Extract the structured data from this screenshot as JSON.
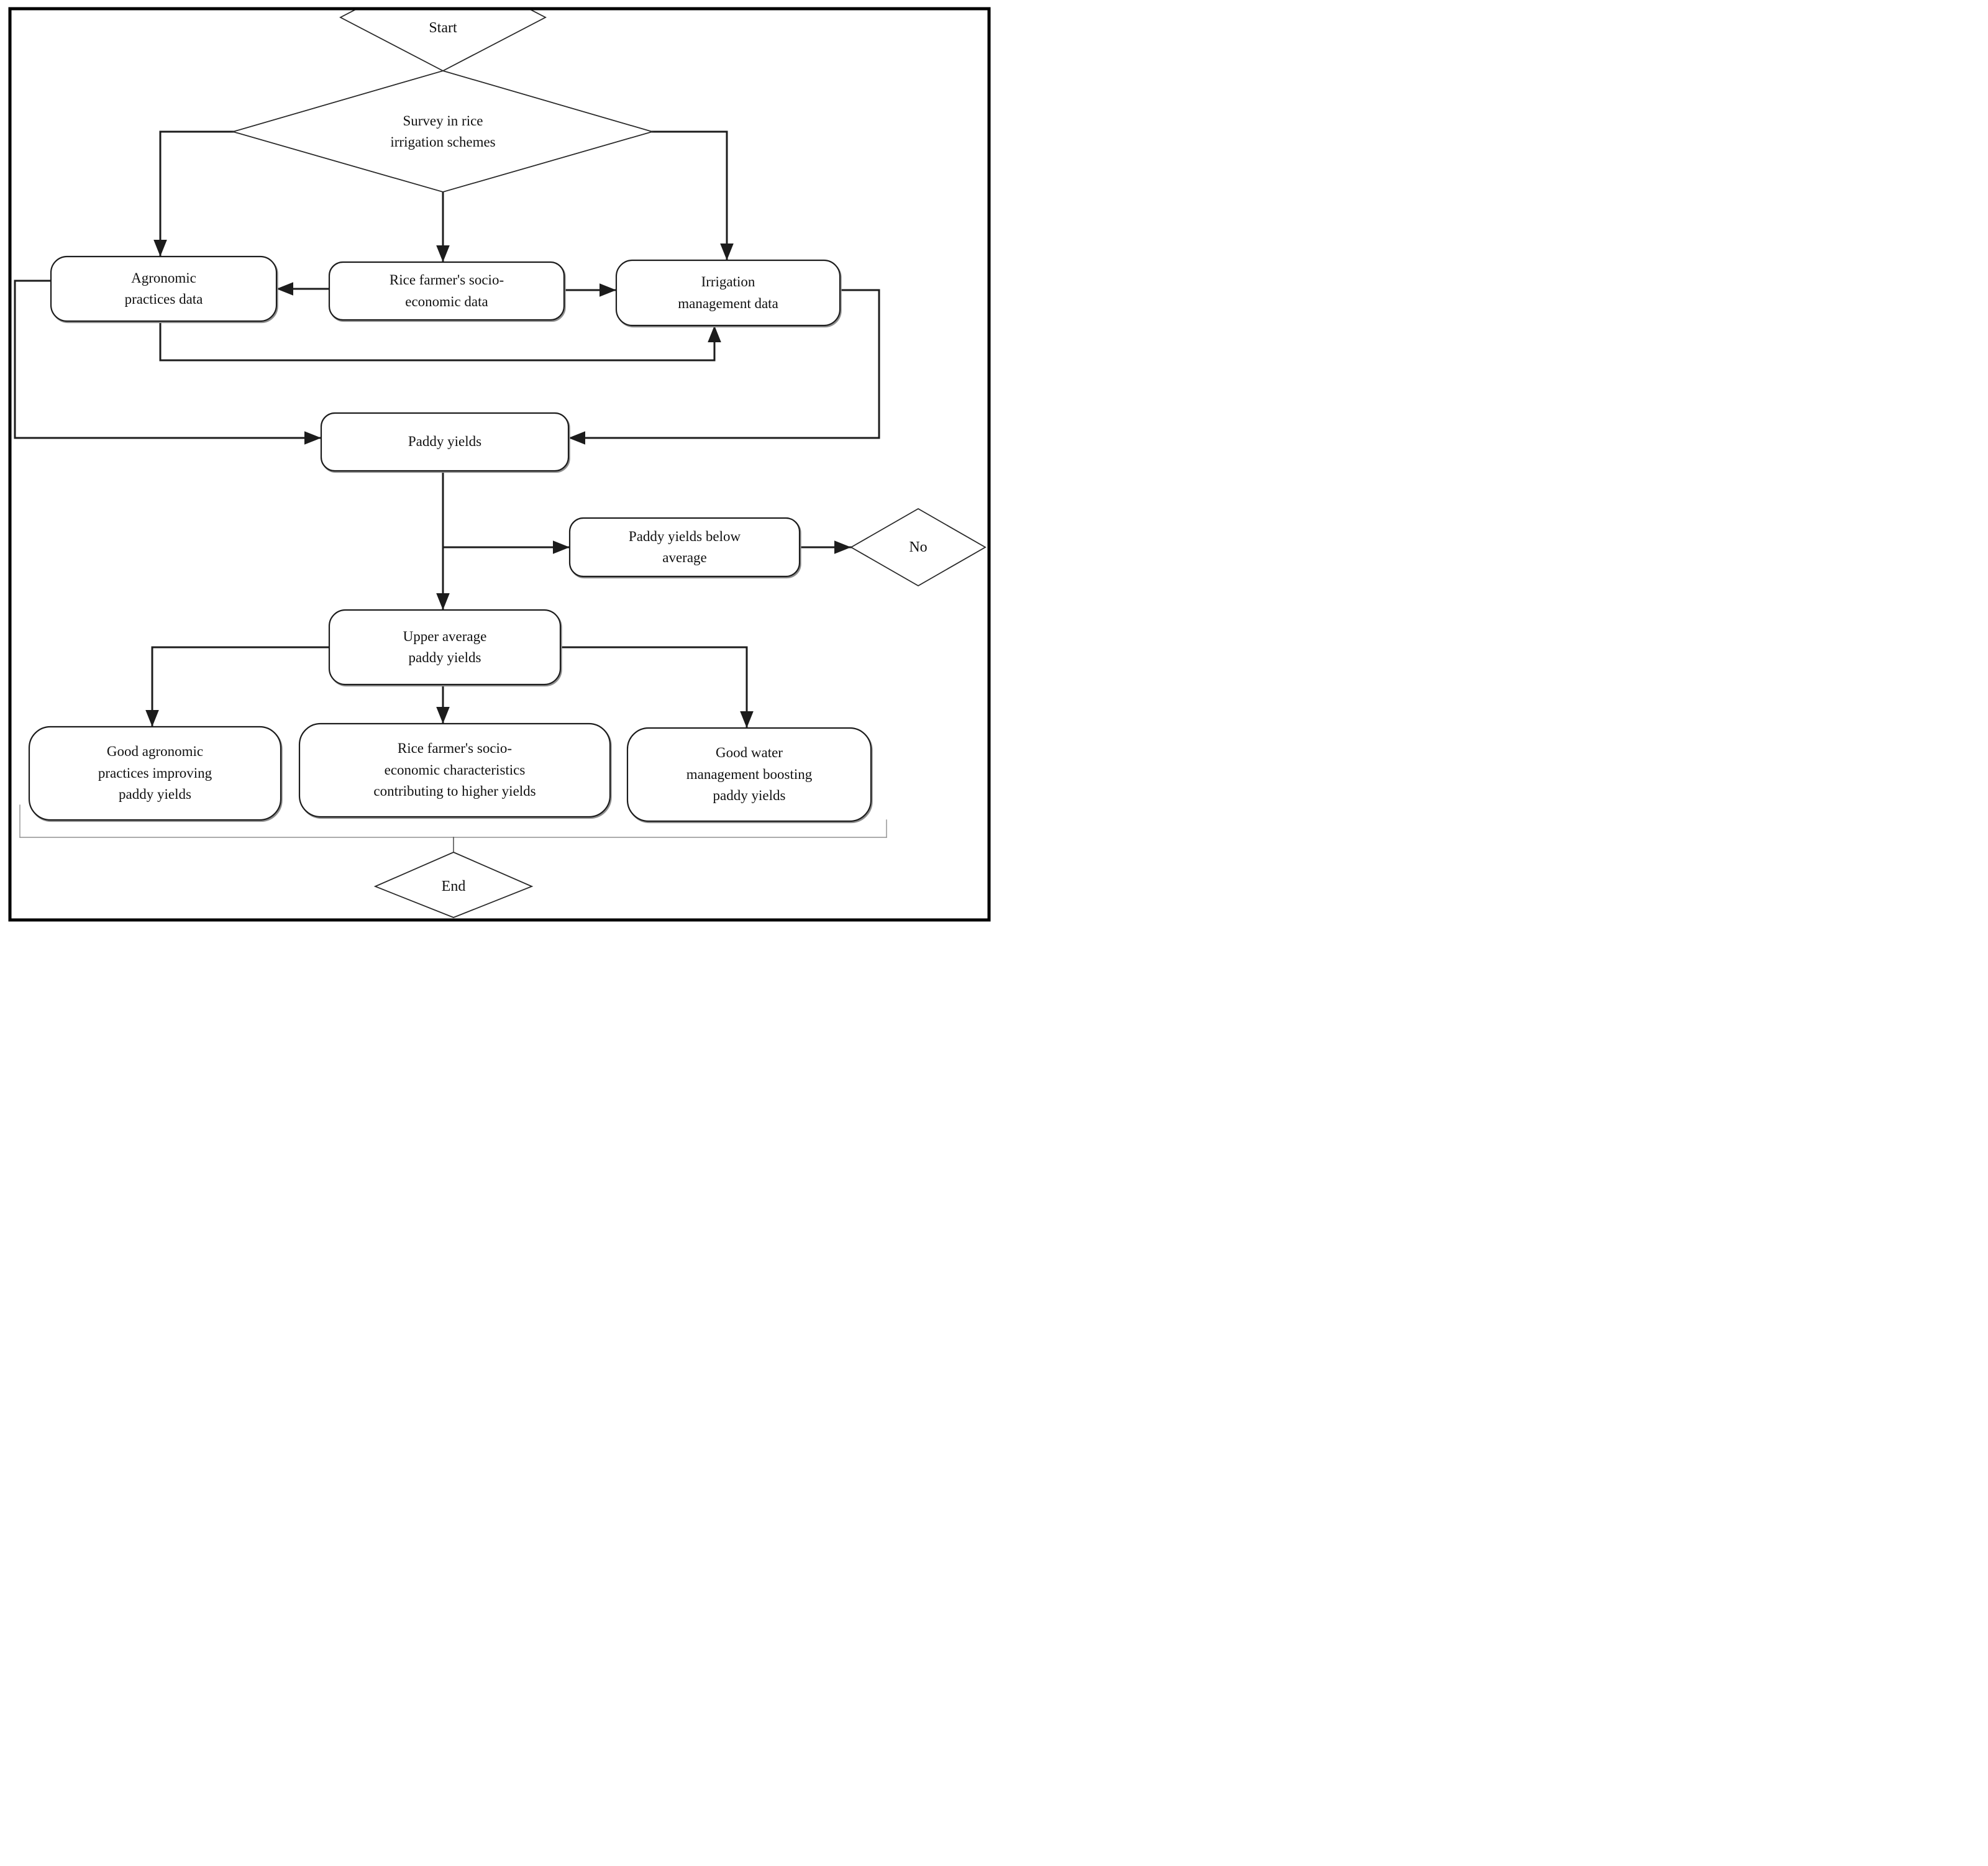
{
  "figure": {
    "type": "flowchart",
    "background_color": "#ffffff",
    "border_color": "#000000",
    "line_color": "#1c1c1c",
    "bracket_color": "#8f8f8f",
    "text_color": "#111111"
  },
  "nodes": {
    "start": {
      "shape": "diamond",
      "label": "Start"
    },
    "survey": {
      "shape": "diamond",
      "label": "Survey in rice\nirrigation schemes"
    },
    "agronomic": {
      "shape": "rounded-box",
      "label": "Agronomic\npractices data"
    },
    "rice_socio": {
      "shape": "rounded-box",
      "label": "Rice farmer's socio-\neconomic data"
    },
    "irrigation": {
      "shape": "rounded-box",
      "label": "Irrigation\nmanagement data"
    },
    "paddy": {
      "shape": "rounded-box",
      "label": "Paddy yields"
    },
    "below_average": {
      "shape": "rounded-box",
      "label": "Paddy yields below\naverage"
    },
    "no": {
      "shape": "diamond",
      "label": "No"
    },
    "upper_average": {
      "shape": "rounded-box",
      "label": "Upper average\npaddy yields"
    },
    "good_agronomic": {
      "shape": "rounded-box",
      "label": "Good agronomic\npractices improving\npaddy yields"
    },
    "socio_characteristics": {
      "shape": "rounded-box",
      "label": "Rice farmer's socio-\neconomic characteristics\ncontributing to higher yields"
    },
    "good_water": {
      "shape": "rounded-box",
      "label": "Good water\nmanagement boosting\npaddy yields"
    },
    "end": {
      "shape": "diamond",
      "label": "End"
    }
  },
  "edges": [
    {
      "from": "start",
      "to": "survey",
      "arrow": false
    },
    {
      "from": "survey",
      "to": "agronomic",
      "arrow": true
    },
    {
      "from": "survey",
      "to": "rice_socio",
      "arrow": true
    },
    {
      "from": "survey",
      "to": "irrigation",
      "arrow": true
    },
    {
      "from": "rice_socio",
      "to": "agronomic",
      "arrow": true
    },
    {
      "from": "rice_socio",
      "to": "irrigation",
      "arrow": true
    },
    {
      "from": "agronomic",
      "to": "irrigation",
      "arrow": true
    },
    {
      "from": "agronomic",
      "to": "paddy",
      "arrow": true
    },
    {
      "from": "irrigation",
      "to": "paddy",
      "arrow": true
    },
    {
      "from": "paddy",
      "to": "below_average",
      "arrow": true
    },
    {
      "from": "below_average",
      "to": "no",
      "arrow": true
    },
    {
      "from": "paddy",
      "to": "upper_average",
      "arrow": true
    },
    {
      "from": "upper_average",
      "to": "good_agronomic",
      "arrow": true
    },
    {
      "from": "upper_average",
      "to": "socio_characteristics",
      "arrow": true
    },
    {
      "from": "upper_average",
      "to": "good_water",
      "arrow": true
    },
    {
      "from": "good_agronomic",
      "to": "end",
      "arrow": false,
      "via": "bracket"
    },
    {
      "from": "socio_characteristics",
      "to": "end",
      "arrow": false,
      "via": "bracket"
    },
    {
      "from": "good_water",
      "to": "end",
      "arrow": false,
      "via": "bracket"
    }
  ]
}
